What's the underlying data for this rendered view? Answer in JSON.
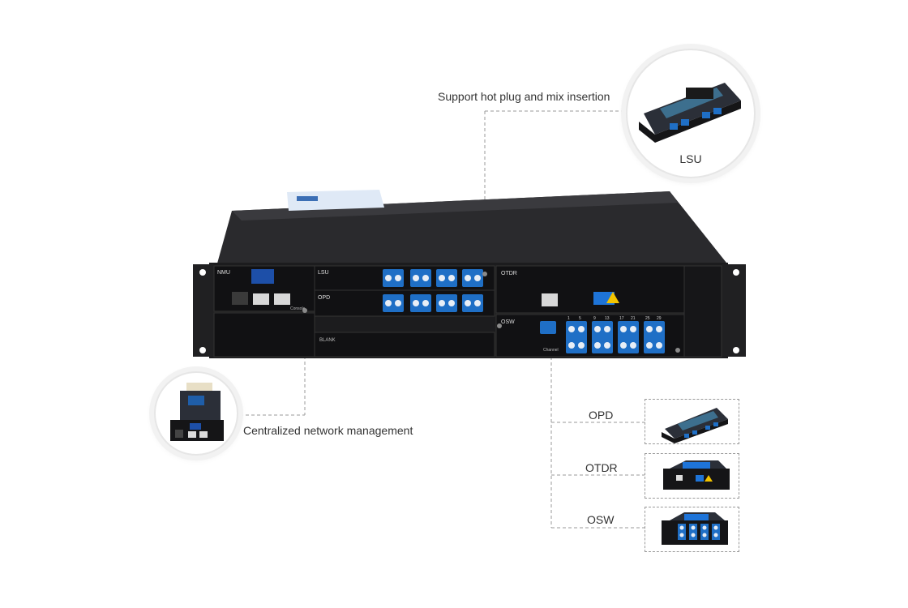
{
  "callouts": {
    "hot_plug": "Support hot plug and mix insertion",
    "lsu": "LSU",
    "nmu": "Centralized network management",
    "opd": "OPD",
    "otdr": "OTDR",
    "osw": "OSW"
  },
  "panel_labels": {
    "nmu": "NMU",
    "lsu": "LSU",
    "opd": "OPD",
    "otdr": "OTDR",
    "osw": "OSW",
    "blank": "BLANK",
    "console": "Console",
    "channel": "Channel"
  },
  "osw_port_numbers": [
    "1",
    "5",
    "9",
    "13",
    "17",
    "21",
    "25",
    "29"
  ],
  "colors": {
    "chassis": "#1c1c1e",
    "panel": "#111113",
    "port_blue": "#1f6fc6",
    "dashed": "#9a9a9a",
    "otdr_accent": "#1e74d8"
  }
}
